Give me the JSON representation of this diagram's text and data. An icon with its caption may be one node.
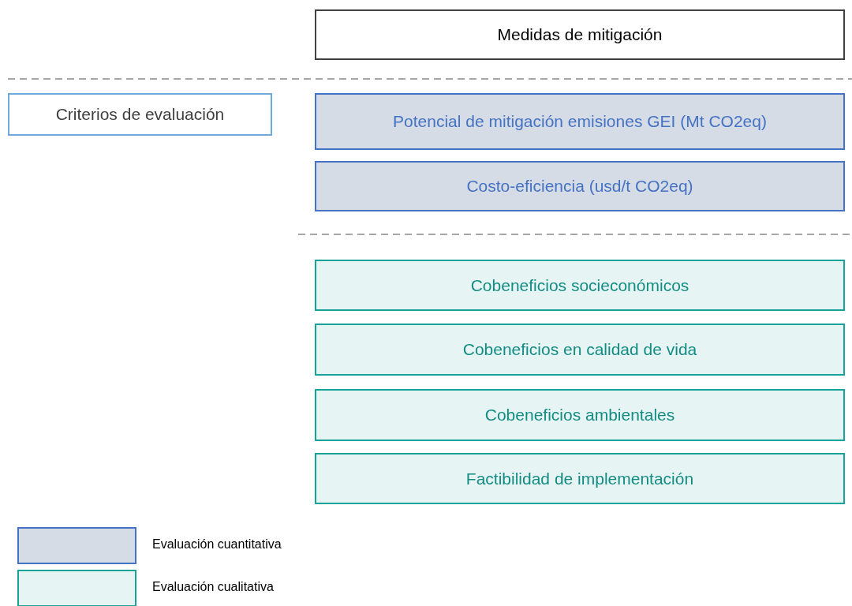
{
  "diagram": {
    "nodes": [
      {
        "text": [
          "Medidas de mitigación"
        ]
      },
      {
        "text": [
          "Criterios de evaluación"
        ]
      },
      {
        "text": [
          "Potencial de mitigación emisiones GEI (Mt CO2eq)"
        ]
      },
      {
        "text": [
          "Costo-eficiencia (usd/t CO2eq)"
        ]
      },
      {
        "text": [
          "Cobeneficios socieconómicos"
        ]
      },
      {
        "text": [
          "Cobeneficios en calidad de vida"
        ]
      },
      {
        "text": [
          "Cobeneficios ambientales"
        ]
      },
      {
        "text": [
          "Factibilidad de implementación"
        ]
      }
    ],
    "legend": [
      {
        "text": "Evaluación cuantitativa",
        "color": "#d6dce5"
      },
      {
        "text": "Evaluación cualitativa",
        "color": "#e6f5f3"
      }
    ]
  }
}
